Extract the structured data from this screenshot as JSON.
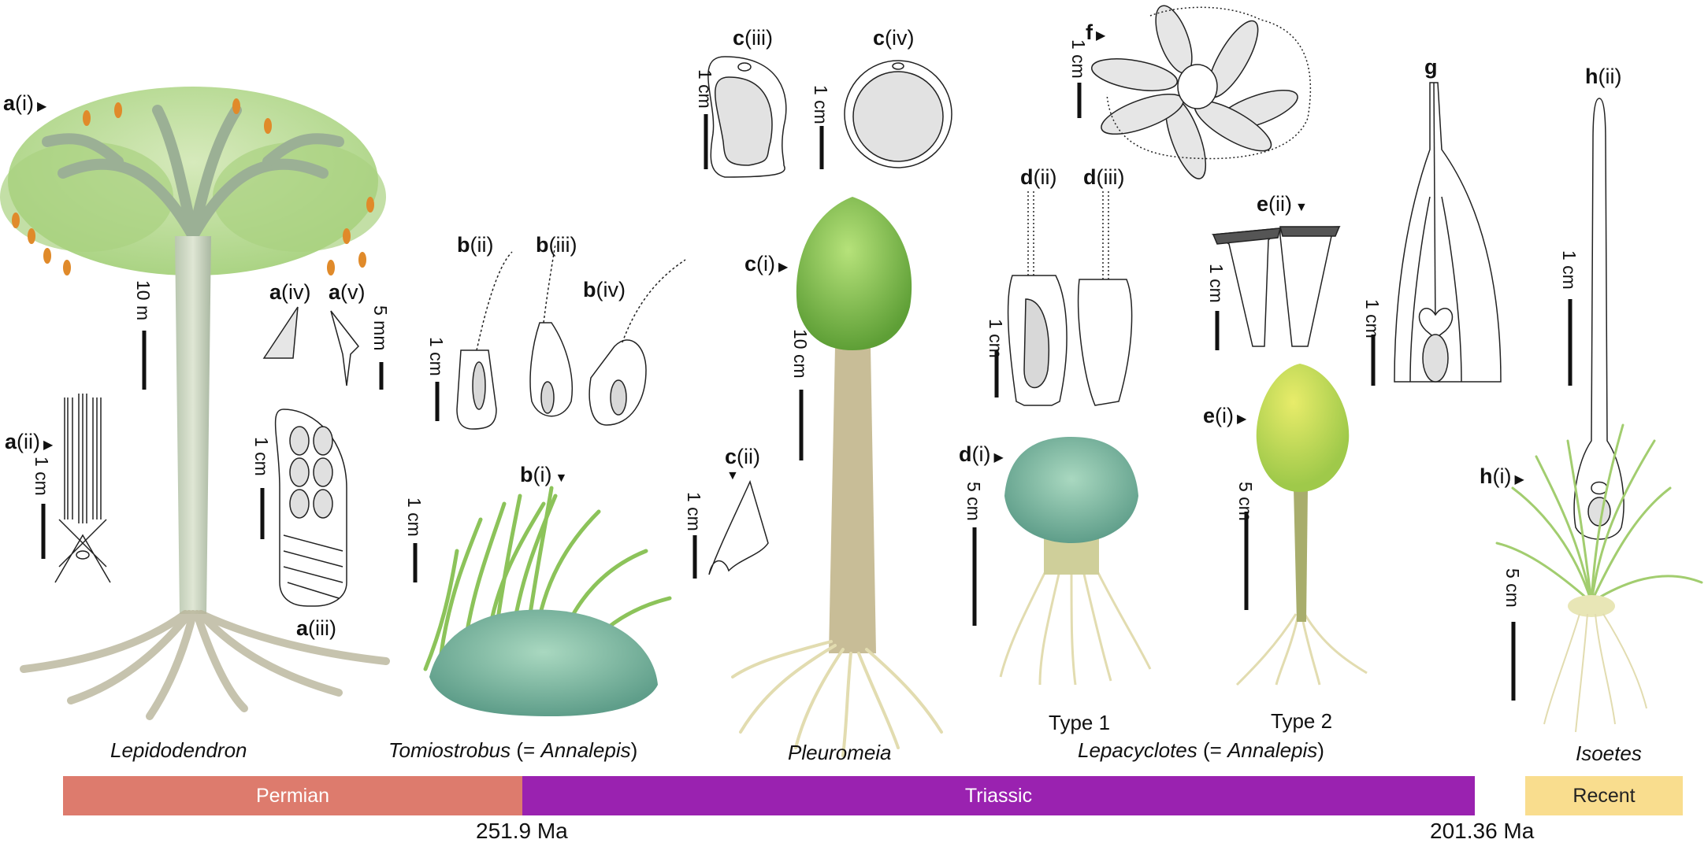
{
  "colors": {
    "permian": "#dd7b6d",
    "triassic": "#9a22b0",
    "recent": "#f9dd8e",
    "leaf_green": "#8fc46a",
    "cone_green": "#7cbf4a",
    "stem": "#c9bf9a",
    "root": "#e2dcb0",
    "grey_fill": "#e6e6e6"
  },
  "labels": {
    "a_i": {
      "letter": "a",
      "num": "(i)",
      "arrow": "▶"
    },
    "a_ii": {
      "letter": "a",
      "num": "(ii)",
      "arrow": "▶"
    },
    "a_iii": {
      "letter": "a",
      "num": "(iii)"
    },
    "a_iv": {
      "letter": "a",
      "num": "(iv)"
    },
    "a_v": {
      "letter": "a",
      "num": "(v)"
    },
    "b_i": {
      "letter": "b",
      "num": "(i)",
      "arrow": "▼"
    },
    "b_ii": {
      "letter": "b",
      "num": "(ii)"
    },
    "b_iii": {
      "letter": "b",
      "num": "(iii)"
    },
    "b_iv": {
      "letter": "b",
      "num": "(iv)"
    },
    "c_i": {
      "letter": "c",
      "num": "(i)",
      "arrow": "▶"
    },
    "c_ii": {
      "letter": "c",
      "num": "(ii)",
      "arrow": "▼"
    },
    "c_iii": {
      "letter": "c",
      "num": "(iii)"
    },
    "c_iv": {
      "letter": "c",
      "num": "(iv)"
    },
    "d_i": {
      "letter": "d",
      "num": "(i)",
      "arrow": "▶"
    },
    "d_ii": {
      "letter": "d",
      "num": "(ii)"
    },
    "d_iii": {
      "letter": "d",
      "num": "(iii)"
    },
    "e_i": {
      "letter": "e",
      "num": "(i)",
      "arrow": "▶"
    },
    "e_ii": {
      "letter": "e",
      "num": "(ii)",
      "arrow": "▼"
    },
    "f": {
      "letter": "f",
      "num": "",
      "arrow": "▶"
    },
    "g": {
      "letter": "g",
      "num": ""
    },
    "h_i": {
      "letter": "h",
      "num": "(i)",
      "arrow": "▶"
    },
    "h_ii": {
      "letter": "h",
      "num": "(ii)"
    }
  },
  "scales": {
    "a_i": "10 m",
    "a_ii": "1 cm",
    "a_iii": "1 cm",
    "a_iv_v": "5 mm",
    "b_i": "1 cm",
    "b_ii_iv": "1 cm",
    "c_i": "10 cm",
    "c_ii": "1 cm",
    "c_iii": "1 cm",
    "c_iv": "1 cm",
    "d_i": "5 cm",
    "d_ii_iii": "1 cm",
    "e_i": "5 cm",
    "e_ii": "1 cm",
    "f": "1 cm",
    "g": "1 cm",
    "h_i": "5 cm",
    "h_ii": "1 cm"
  },
  "taxa": {
    "lepidodendron": "Lepidodendron",
    "tomiostrobus_italic": "Tomiostrobus",
    "tomiostrobus_eq": "(= ",
    "tomiostrobus_alt": "Annalepis",
    "tomiostrobus_close": ")",
    "pleuromeia": "Pleuromeia",
    "lepacyclotes_italic": "Lepacyclotes",
    "lepacyclotes_eq": "(= ",
    "lepacyclotes_alt": "Annalepis",
    "lepacyclotes_close": ")",
    "isoetes": "Isoetes",
    "type1": "Type 1",
    "type2": "Type 2"
  },
  "timeline": {
    "periods": [
      "Permian",
      "Triassic",
      "Recent"
    ],
    "boundaries": [
      "251.9 Ma",
      "201.36 Ma"
    ]
  }
}
